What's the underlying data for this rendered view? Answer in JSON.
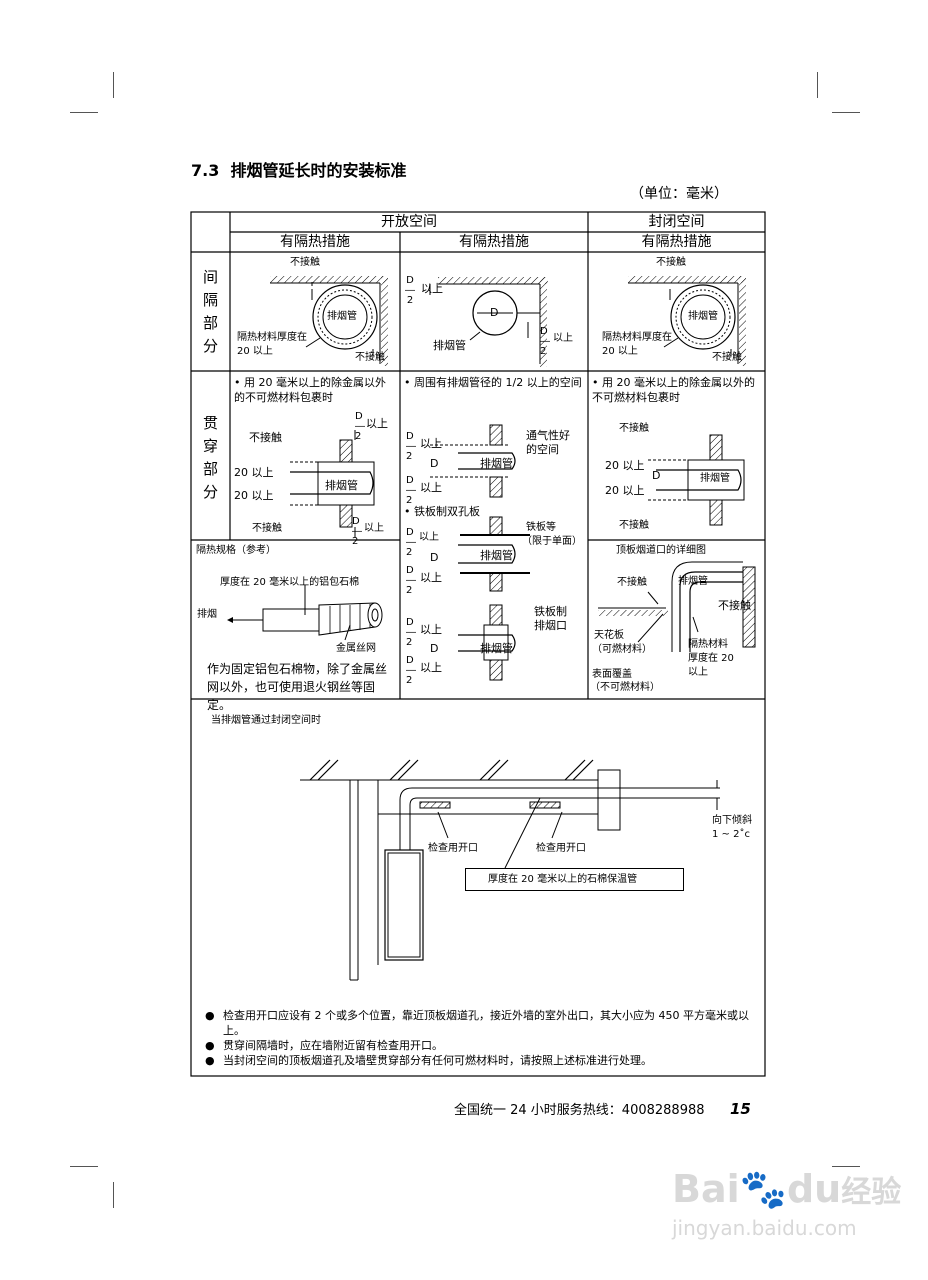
{
  "section": {
    "number": "7.3",
    "title": "排烟管延长时的安装标准",
    "unit": "（单位：毫米）"
  },
  "table": {
    "headers": {
      "open_space": "开放空间",
      "closed_space": "封闭空间",
      "insulated_1": "有隔热措施",
      "insulated_2": "有隔热措施",
      "insulated_3": "有隔热措施"
    },
    "row_labels": {
      "gap": [
        "间",
        "隔",
        "部",
        "分"
      ],
      "penetration": [
        "贯",
        "穿",
        "部",
        "分"
      ]
    },
    "gap_row": {
      "c1": {
        "no_contact_top": "不接触",
        "pipe": "排烟管",
        "insulation": "隔热材料厚度在",
        "insulation2": "20 以上",
        "no_contact_bottom": "不接触"
      },
      "c2": {
        "half_d": "以上",
        "d": "D",
        "pipe": "排烟管",
        "half_d2": "以上"
      },
      "c3": {
        "no_contact_top": "不接触",
        "pipe": "排烟管",
        "insulation": "隔热材料厚度在",
        "insulation2": "20 以上",
        "no_contact_bottom": "不接触"
      }
    },
    "penetration_row": {
      "c1": {
        "bullet": "用 20 毫米以上的除金属以外的不可燃材料包裹时",
        "half_d_top": "以上",
        "no_contact": "不接触",
        "above20_1": "20 以上",
        "above20_2": "20 以上",
        "pipe": "排烟管",
        "no_contact_bottom": "不接触",
        "half_d_bottom": "以上"
      },
      "c2": {
        "bullet": "周围有排烟管径的 1/2 以上的空间",
        "above1": "以上",
        "d": "D",
        "above2": "以上",
        "pipe": "排烟管",
        "ventilation": "通气性好",
        "ventilation2": "的空间",
        "bullet2": "铁板制双孔板",
        "above3": "以上",
        "d2": "D",
        "above4": "以上",
        "pipe2": "排烟管",
        "iron_plate": "铁板等",
        "one_side": "（限于单面）",
        "iron_outlet": "铁板制",
        "iron_outlet2": "排烟口",
        "above5": "以上",
        "d3": "D",
        "above6": "以上",
        "pipe3": "排烟管"
      },
      "c3": {
        "bullet": "用 20 毫米以上的除金属以外的不可燃材料包裹时",
        "no_contact": "不接触",
        "above20_1": "20 以上",
        "d": "D",
        "above20_2": "20 以上",
        "pipe": "排烟管",
        "no_contact_bottom": "不接触"
      }
    },
    "spec_row": {
      "c1": {
        "title": "隔热规格（参考）",
        "wrap": "厚度在 20 毫米以上的铝包石棉",
        "exhaust": "排烟",
        "mesh": "金属丝网",
        "note": "作为固定铝包石棉物，除了金属丝网以外，也可使用退火钢丝等固定。"
      },
      "c3": {
        "title": "顶板烟道口的详细图",
        "no_contact1": "不接触",
        "pipe": "排烟管",
        "no_contact2": "不接触",
        "ceiling": "天花板",
        "ceiling2": "（可燃材料）",
        "insulation": "隔热材料",
        "insulation2": "厚度在 20",
        "insulation3": "以上",
        "surface": "表面覆盖",
        "surface2": "（不可燃材料）"
      }
    },
    "closed_section": {
      "title": "当排烟管通过封闭空间时",
      "inspection1": "检查用开口",
      "inspection2": "检查用开口",
      "slope": "向下倾斜",
      "slope2": "1 ~ 2˚c",
      "asbestos": "厚度在 20 毫米以上的石棉保温管"
    },
    "notes": [
      "检查用开口应设有 2 个或多个位置，靠近顶板烟道孔，接近外墙的室外出口，其大小应为 450 平方毫米或以上。",
      "贯穿间隔墙时，应在墙附近留有检查用开口。",
      "当封闭空间的顶板烟道孔及墙壁贯穿部分有任何可燃材料时，请按照上述标准进行处理。"
    ]
  },
  "footer": {
    "hotline": "全国统一 24 小时服务热线：4008288988",
    "page": "15"
  },
  "watermark": {
    "brand": "Bai",
    "brand2": "du",
    "jingyan": "经验",
    "url": "jingyan.baidu.com"
  }
}
